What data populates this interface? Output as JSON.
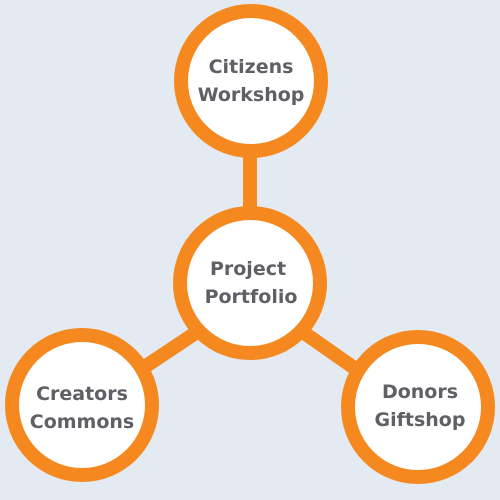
{
  "colors": {
    "background": "#e3eaf1",
    "accent": "#f5891f",
    "node_fill": "#ffffff",
    "text": "#5f6066"
  },
  "nodes": {
    "top": {
      "line1": "Citizens",
      "line2": "Workshop"
    },
    "center": {
      "line1": "Project",
      "line2": "Portfolio"
    },
    "left": {
      "line1": "Creators",
      "line2": "Commons"
    },
    "right": {
      "line1": "Donors",
      "line2": "Giftshop"
    }
  }
}
